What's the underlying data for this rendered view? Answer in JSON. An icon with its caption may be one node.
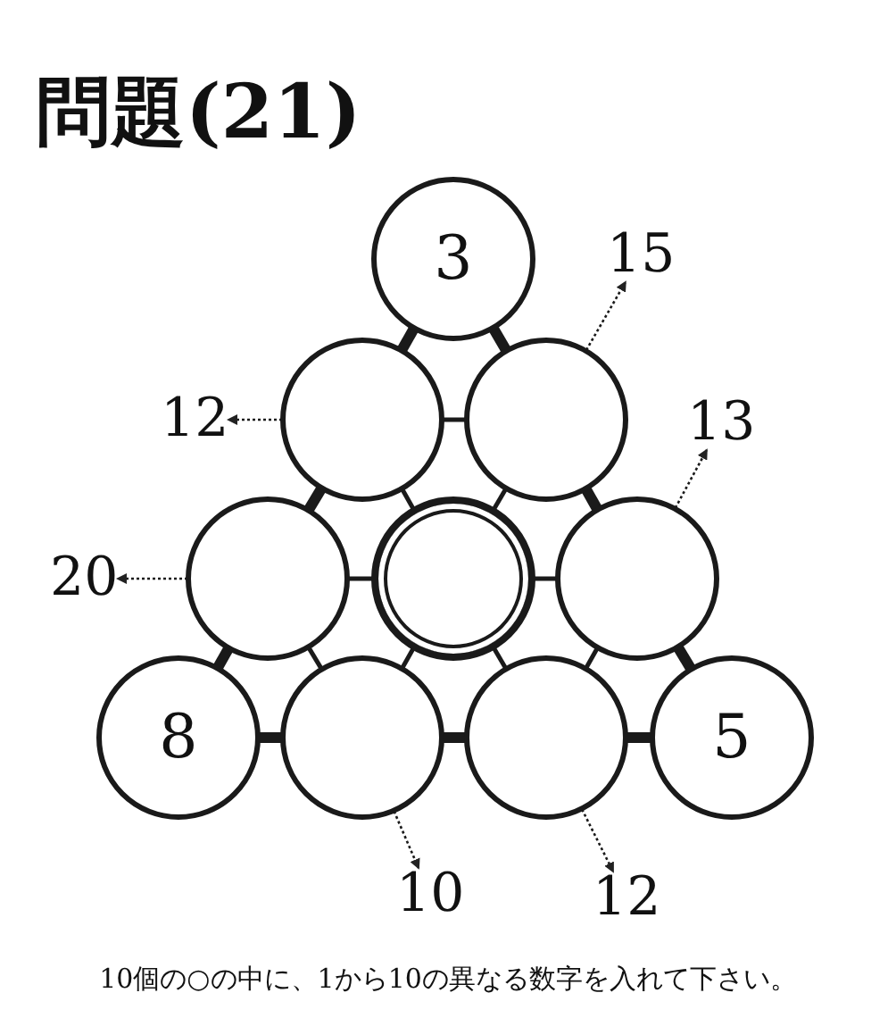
{
  "diagram": {
    "title": "問題(21)",
    "caption": "10個の○の中に、1から10の異なる数字を入れて下さい。",
    "nodes": [
      {
        "text": [
          "3"
        ]
      },
      {
        "text": [
          "15"
        ]
      },
      {
        "text": [
          "12"
        ]
      },
      {
        "text": [],
        "shape": "circle"
      },
      {
        "text": [],
        "shape": "circle"
      },
      {
        "text": [
          "13"
        ]
      },
      {
        "text": [
          "20"
        ]
      },
      {
        "text": [],
        "shape": "circle"
      },
      {
        "text": [],
        "shape": "circle"
      },
      {
        "text": [],
        "shape": "circle"
      },
      {
        "text": [
          "8"
        ]
      },
      {
        "text": [],
        "shape": "circle"
      },
      {
        "text": [],
        "shape": "circle"
      },
      {
        "text": [
          "5"
        ]
      },
      {
        "text": [
          "10"
        ]
      },
      {
        "text": [
          "12"
        ]
      }
    ],
    "edges": [
      {
        "from": 0,
        "to": 3,
        "arrow": "none",
        "style": "thick"
      },
      {
        "from": 0,
        "to": 4,
        "arrow": "none",
        "style": "thick"
      },
      {
        "from": 3,
        "to": 4,
        "arrow": "none"
      },
      {
        "from": 3,
        "to": 7,
        "arrow": "none",
        "style": "thick"
      },
      {
        "from": 3,
        "to": 8,
        "arrow": "none"
      },
      {
        "from": 4,
        "to": 8,
        "arrow": "none"
      },
      {
        "from": 4,
        "to": 9,
        "arrow": "none",
        "style": "thick"
      },
      {
        "from": 7,
        "to": 8,
        "arrow": "none"
      },
      {
        "from": 8,
        "to": 9,
        "arrow": "none"
      },
      {
        "from": 7,
        "to": 10,
        "arrow": "none",
        "style": "thick"
      },
      {
        "from": 7,
        "to": 11,
        "arrow": "none"
      },
      {
        "from": 8,
        "to": 11,
        "arrow": "none"
      },
      {
        "from": 8,
        "to": 12,
        "arrow": "none"
      },
      {
        "from": 9,
        "to": 12,
        "arrow": "none"
      },
      {
        "from": 9,
        "to": 13,
        "arrow": "none",
        "style": "thick"
      },
      {
        "from": 10,
        "to": 11,
        "arrow": "none",
        "style": "thick"
      },
      {
        "from": 11,
        "to": 12,
        "arrow": "none",
        "style": "thick"
      },
      {
        "from": 12,
        "to": 13,
        "arrow": "none",
        "style": "thick"
      },
      {
        "from": 4,
        "to": 1,
        "arrow": "to",
        "style": "dashed"
      },
      {
        "from": 3,
        "to": 2,
        "arrow": "to",
        "style": "dashed"
      },
      {
        "from": 9,
        "to": 5,
        "arrow": "to",
        "style": "dashed"
      },
      {
        "from": 7,
        "to": 6,
        "arrow": "to",
        "style": "dashed"
      },
      {
        "from": 11,
        "to": 14,
        "arrow": "to",
        "style": "dashed"
      },
      {
        "from": 12,
        "to": 15,
        "arrow": "to",
        "style": "dashed"
      }
    ]
  }
}
